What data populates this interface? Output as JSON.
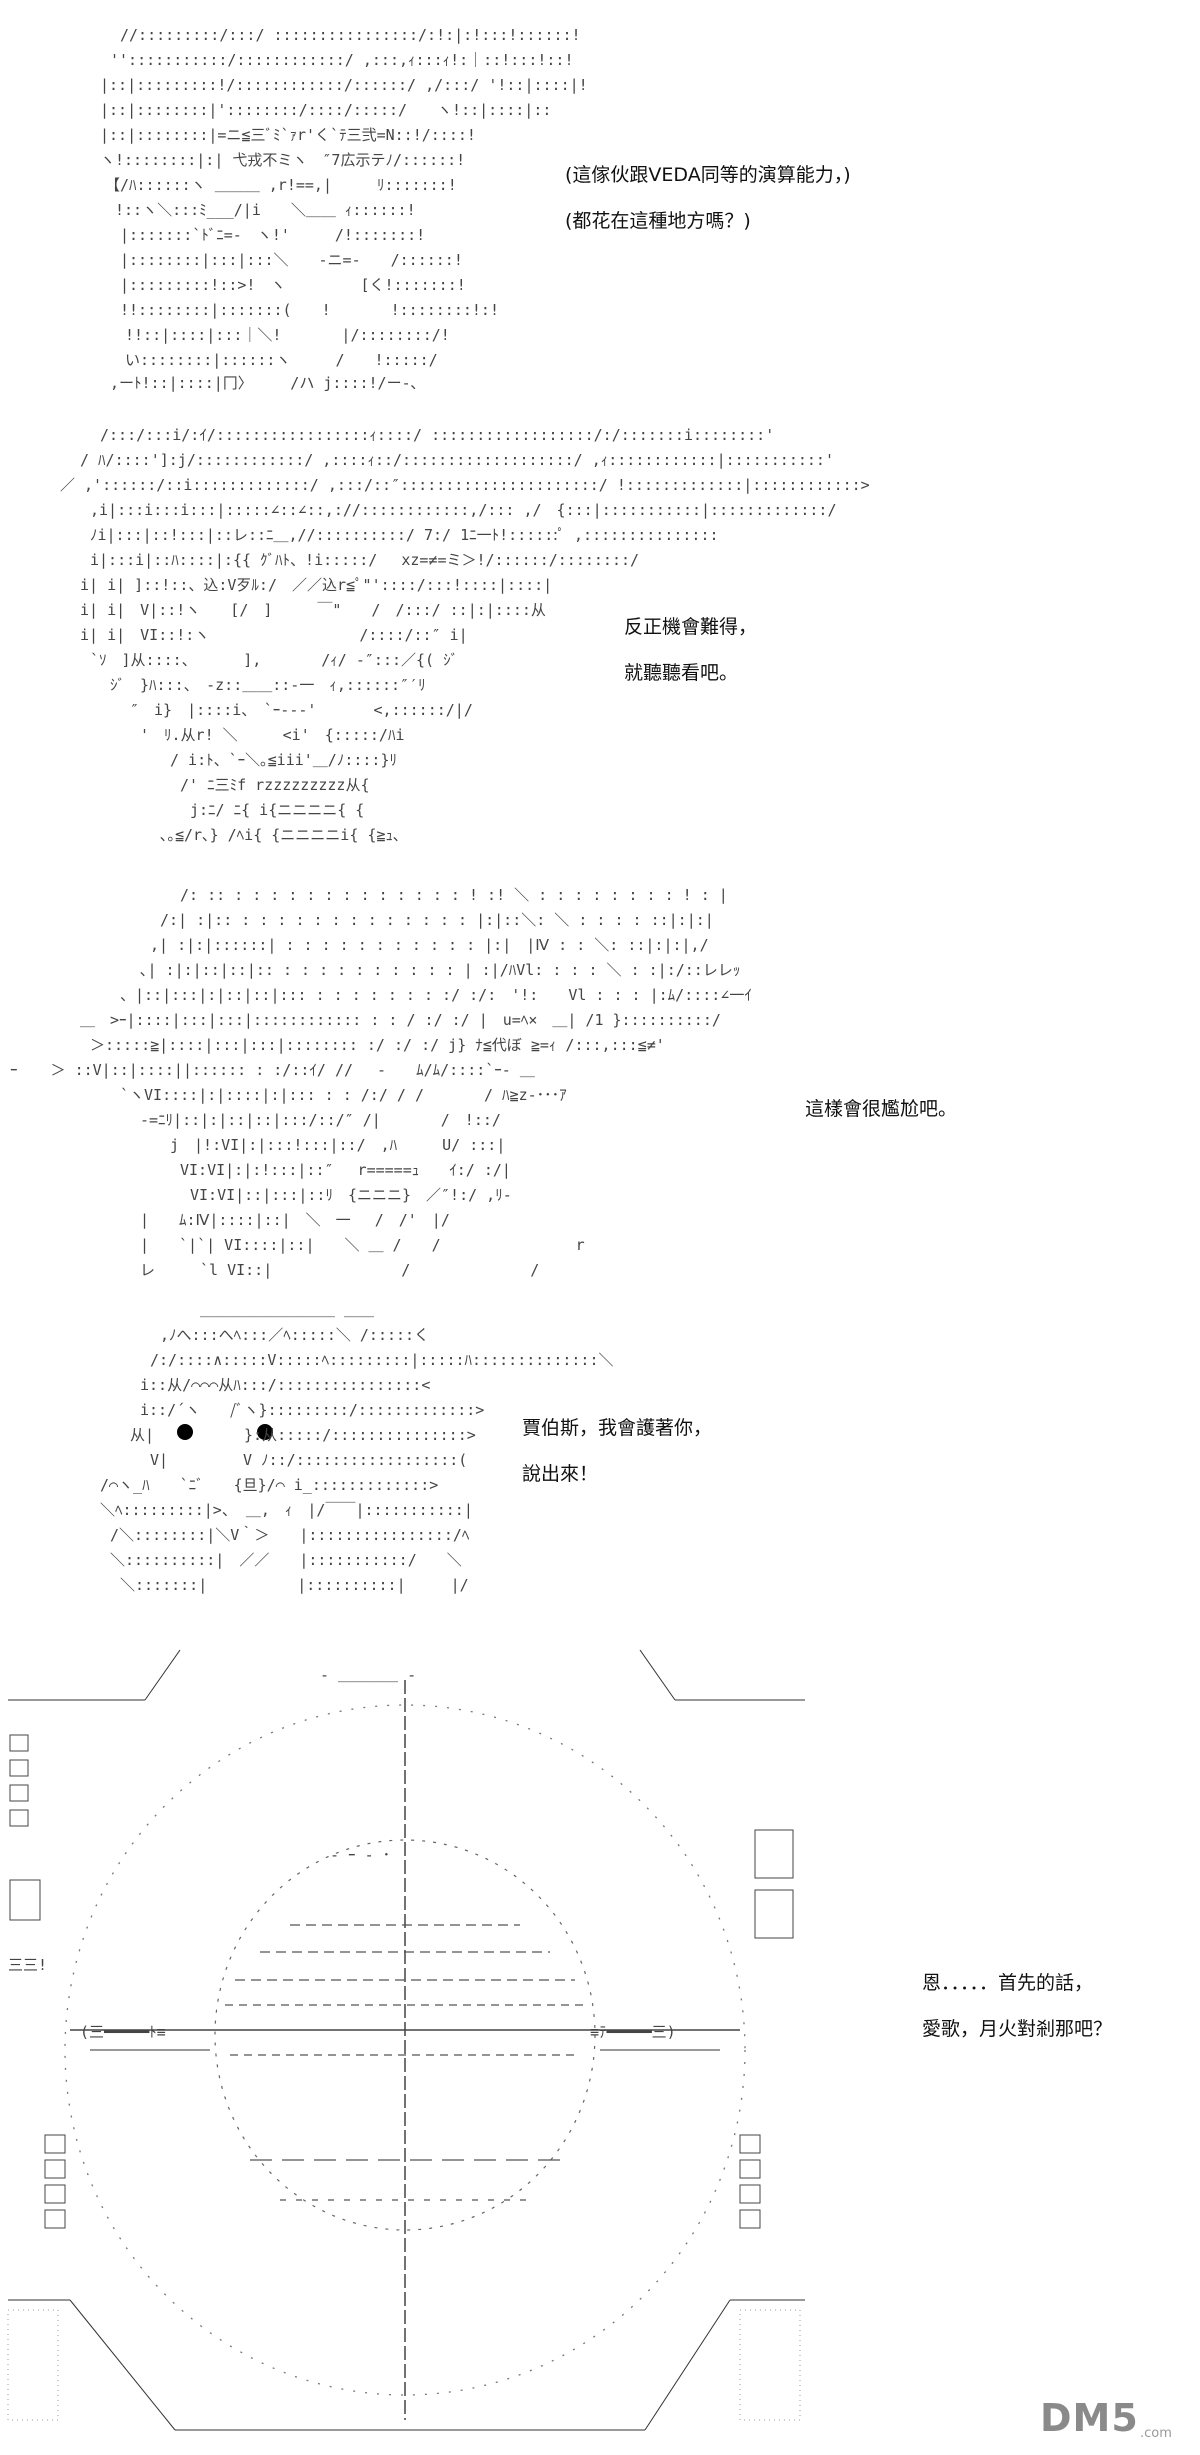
{
  "panels": [
    {
      "lines": [
        "(這傢伙跟VEDA同等的演算能力，)",
        "(都花在這種地方嗎？)"
      ]
    },
    {
      "lines": [
        "反正機會難得，",
        "就聽聽看吧。"
      ]
    },
    {
      "lines": [
        "這樣會很尷尬吧。"
      ]
    },
    {
      "lines": [
        "賈伯斯，我會護著你，",
        "說出來！"
      ]
    },
    {
      "lines": [
        "恩．．．．．首先的話，",
        "愛歌，月火對剎那吧？"
      ]
    }
  ],
  "watermark": {
    "brand": "DM5",
    "domain": ".com"
  }
}
